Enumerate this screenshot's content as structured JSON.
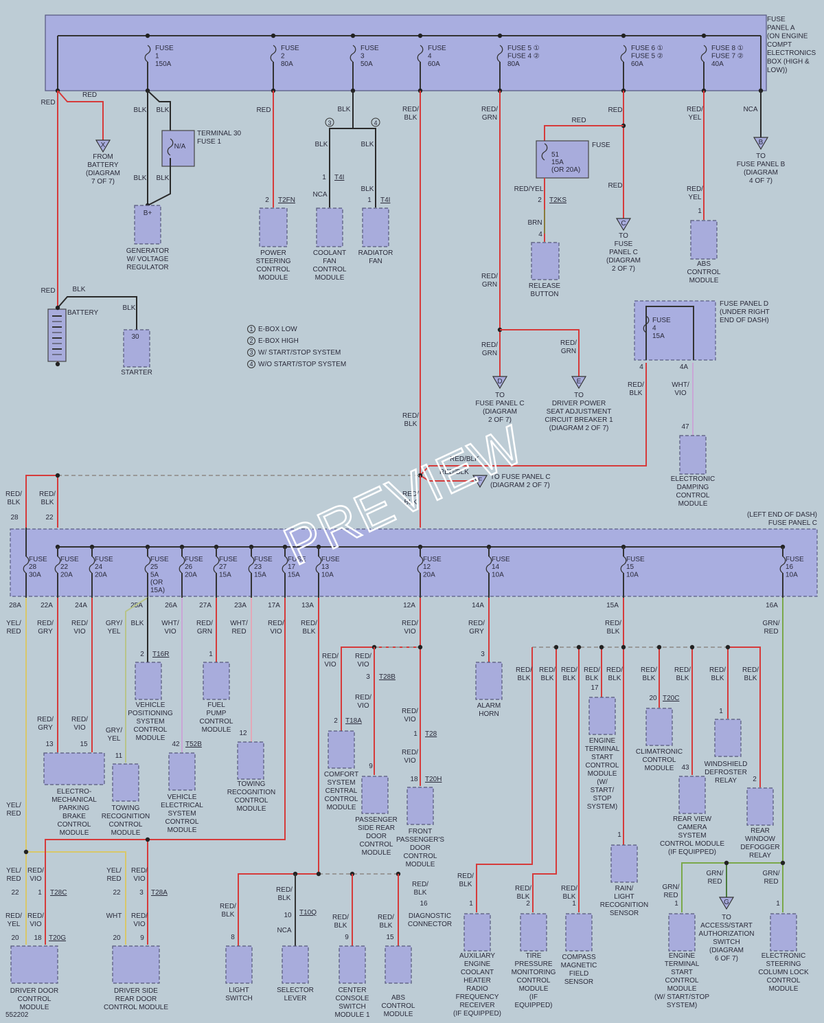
{
  "diagram_id": "552202",
  "watermark": "PREVIEW",
  "fuse_panel_a": {
    "title": "FUSE PANEL A (ON ENGINE COMPT ELECTRONICS BOX (HIGH & LOW))",
    "title_lines": [
      "FUSE",
      "PANEL A",
      "(ON ENGINE",
      "COMPT",
      "ELECTRONICS",
      "BOX (HIGH &",
      "LOW))"
    ],
    "fuses": [
      {
        "lines": [
          "FUSE",
          "1",
          "150A"
        ]
      },
      {
        "lines": [
          "FUSE",
          "2",
          "80A"
        ]
      },
      {
        "lines": [
          "FUSE",
          "3",
          "50A"
        ]
      },
      {
        "lines": [
          "FUSE",
          "4",
          "60A"
        ]
      },
      {
        "lines": [
          "FUSE 5 ①",
          "FUSE 4 ②",
          "80A"
        ]
      },
      {
        "lines": [
          "FUSE 6 ①",
          "FUSE 5 ②",
          "60A"
        ]
      },
      {
        "lines": [
          "FUSE 8 ①",
          "FUSE 7 ②",
          "40A"
        ]
      }
    ]
  },
  "fuse_panel_c": {
    "title_lines": [
      "(LEFT END OF DASH)",
      "FUSE PANEL C"
    ],
    "fuses": [
      {
        "lines": [
          "FUSE",
          "28",
          "30A"
        ],
        "in": "28",
        "out": "28A"
      },
      {
        "lines": [
          "FUSE",
          "22",
          "20A"
        ],
        "in": "22",
        "out": "22A"
      },
      {
        "lines": [
          "FUSE",
          "24",
          "20A"
        ],
        "out": "24A"
      },
      {
        "lines": [
          "FUSE",
          "25",
          "5A",
          "(OR",
          "15A)"
        ],
        "out": "25A"
      },
      {
        "lines": [
          "FUSE",
          "26",
          "20A"
        ],
        "out": "26A"
      },
      {
        "lines": [
          "FUSE",
          "27",
          "15A"
        ],
        "out": "27A"
      },
      {
        "lines": [
          "FUSE",
          "23",
          "15A"
        ],
        "out": "23A"
      },
      {
        "lines": [
          "FUSE",
          "17",
          "15A"
        ],
        "out": "17A"
      },
      {
        "lines": [
          "FUSE",
          "13",
          "10A"
        ],
        "out": "13A"
      },
      {
        "lines": [
          "FUSE",
          "12",
          "20A"
        ],
        "out": "12A"
      },
      {
        "lines": [
          "FUSE",
          "14",
          "10A"
        ],
        "out": "14A"
      },
      {
        "lines": [
          "FUSE",
          "15",
          "10A"
        ],
        "out": "15A"
      },
      {
        "lines": [
          "FUSE",
          "16",
          "10A"
        ],
        "out": "16A"
      }
    ]
  },
  "fuse_panel_d": {
    "title_lines": [
      "FUSE PANEL D",
      "(UNDER RIGHT",
      "END OF DASH)"
    ],
    "fuse_lines": [
      "FUSE",
      "4",
      "15A"
    ],
    "pins": [
      "4",
      "4A"
    ]
  },
  "legend": [
    {
      "num": "1",
      "text": "E-BOX LOW"
    },
    {
      "num": "2",
      "text": "E-BOX HIGH"
    },
    {
      "num": "3",
      "text": "W/ START/STOP SYSTEM"
    },
    {
      "num": "4",
      "text": "W/O START/STOP SYSTEM"
    }
  ],
  "wire_labels": {
    "red": "RED",
    "blk": "BLK",
    "red_blk": [
      "RED/",
      "BLK"
    ],
    "red_grn": [
      "RED/",
      "GRN"
    ],
    "red_yel": [
      "RED/",
      "YEL"
    ],
    "nca": "NCA",
    "brn": "BRN",
    "red_yel_h": "RED/YEL",
    "red_blk_h": "RED/BLK",
    "wht_vio": [
      "WHT/",
      "VIO"
    ],
    "yel_red": [
      "YEL/",
      "RED"
    ],
    "red_gry": [
      "RED/",
      "GRY"
    ],
    "red_vio": [
      "RED/",
      "VIO"
    ],
    "gry_yel": [
      "GRY/",
      "YEL"
    ],
    "wht_red": [
      "WHT/",
      "RED"
    ],
    "grn_red": [
      "GRN/",
      "RED"
    ],
    "wht": "WHT"
  },
  "components_top": {
    "from_battery": {
      "sym": "X",
      "lines": [
        "FROM",
        "BATTERY",
        "(DIAGRAM",
        "7 OF 7)"
      ]
    },
    "terminal30": {
      "lines": [
        "TERMINAL 30",
        "FUSE 1"
      ],
      "value": "N/A"
    },
    "generator": {
      "pin": "B+",
      "lines": [
        "GENERATOR",
        "W/ VOLTAGE",
        "REGULATOR"
      ]
    },
    "battery": {
      "label": "BATTERY"
    },
    "starter": {
      "pin": "30",
      "label": "STARTER"
    },
    "power_steering": {
      "pin": "2",
      "conn": "T2FN",
      "lines": [
        "POWER",
        "STEERING",
        "CONTROL",
        "MODULE"
      ]
    },
    "coolant_fan": {
      "pin": "1",
      "conn": "T4I",
      "lines": [
        "COOLANT",
        "FAN",
        "CONTROL",
        "MODULE"
      ]
    },
    "radiator_fan": {
      "pin": "1",
      "conn": "T4I",
      "lines": [
        "RADIATOR",
        "FAN"
      ]
    },
    "fuse51": {
      "label": "FUSE",
      "lines": [
        "51",
        "15A",
        "(OR 20A)"
      ]
    },
    "release_button": {
      "pin_top": "2",
      "conn": "T2KS",
      "pin": "4",
      "lines": [
        "RELEASE",
        "BUTTON"
      ]
    },
    "to_fuse_b": {
      "sym": "B",
      "lines": [
        "TO",
        "FUSE PANEL B",
        "(DIAGRAM",
        "4 OF 7)"
      ]
    },
    "to_fuse_c1": {
      "sym": "C",
      "lines": [
        "TO",
        "FUSE",
        "PANEL C",
        "(DIAGRAM",
        "2 OF 7)"
      ]
    },
    "abs_top": {
      "pin": "1",
      "lines": [
        "ABS",
        "CONTROL",
        "MODULE"
      ]
    },
    "to_fuse_c2": {
      "sym": "D",
      "lines": [
        "TO",
        "FUSE PANEL C",
        "(DIAGRAM",
        "2 OF 7)"
      ]
    },
    "to_seat": {
      "sym": "E",
      "lines": [
        "TO",
        "DRIVER POWER",
        "SEAT ADJUSTMENT",
        "CIRCUIT BREAKER 1",
        "(DIAGRAM 2 OF 7)"
      ]
    },
    "damping": {
      "pin": "47",
      "lines": [
        "ELECTRONIC",
        "DAMPING",
        "CONTROL",
        "MODULE"
      ]
    },
    "to_fuse_c3": {
      "sym": "F",
      "lines": [
        "TO FUSE PANEL C",
        "(DIAGRAM 2 OF 7)"
      ]
    }
  },
  "components_bottom": {
    "parking_brake": {
      "pins": [
        "13",
        "15"
      ],
      "lines": [
        "ELECTRO-",
        "MECHANICAL",
        "PARKING",
        "BRAKE",
        "CONTROL",
        "MODULE"
      ]
    },
    "vehicle_positioning": {
      "pin": "2",
      "conn": "T16R",
      "lines": [
        "VEHICLE",
        "POSITIONING",
        "SYSTEM",
        "CONTROL",
        "MODULE"
      ]
    },
    "towing1": {
      "pin": "11",
      "lines": [
        "TOWING",
        "RECOGNITION",
        "CONTROL",
        "MODULE"
      ]
    },
    "vehicle_electrical": {
      "pin": "42",
      "conn": "T52B",
      "lines": [
        "VEHICLE",
        "ELECTRICAL",
        "SYSTEM",
        "CONTROL",
        "MODULE"
      ]
    },
    "fuel_pump": {
      "pin": "1",
      "lines": [
        "FUEL",
        "PUMP",
        "CONTROL",
        "MODULE"
      ]
    },
    "towing2": {
      "pin": "12",
      "lines": [
        "TOWING",
        "RECOGNITION",
        "CONTROL",
        "MODULE"
      ]
    },
    "comfort": {
      "pin": "2",
      "conn": "T18A",
      "lines": [
        "COMFORT",
        "SYSTEM",
        "CENTRAL",
        "CONTROL",
        "MODULE"
      ]
    },
    "pass_rear_door": {
      "pin_top": "3",
      "conn": "T28B",
      "pin": "9",
      "lines": [
        "PASSENGER",
        "SIDE REAR",
        "DOOR",
        "CONTROL",
        "MODULE"
      ]
    },
    "front_pass_door": {
      "pin_top": "1",
      "conn_top": "T28",
      "pin": "18",
      "conn": "T20H",
      "lines": [
        "FRONT",
        "PASSENGER'S",
        "DOOR",
        "CONTROL",
        "MODULE"
      ]
    },
    "alarm_horn": {
      "pin": "3",
      "lines": [
        "ALARM",
        "HORN"
      ]
    },
    "engine_start1": {
      "pin": "17",
      "lines": [
        "ENGINE",
        "TERMINAL",
        "START",
        "CONTROL",
        "MODULE",
        "(W/",
        "START/",
        "STOP",
        "SYSTEM)"
      ]
    },
    "climatronic": {
      "pin": "20",
      "conn": "T20C",
      "lines": [
        "CLIMATRONIC",
        "CONTROL",
        "MODULE"
      ]
    },
    "windshield": {
      "pin": "1",
      "lines": [
        "WINDSHIELD",
        "DEFROSTER",
        "RELAY"
      ]
    },
    "rear_view": {
      "pin": "43",
      "lines": [
        "REAR VIEW",
        "CAMERA",
        "SYSTEM",
        "CONTROL MODULE",
        "(IF EQUIPPED)"
      ]
    },
    "rear_window": {
      "pin": "2",
      "lines": [
        "REAR",
        "WINDOW",
        "DEFOGGER",
        "RELAY"
      ]
    },
    "rain_light": {
      "pin": "1",
      "lines": [
        "RAIN/",
        "LIGHT",
        "RECOGNITION",
        "SENSOR"
      ]
    },
    "driver_door": {
      "pins": [
        "20",
        "18"
      ],
      "conn": "T20G",
      "top_pins": [
        "22",
        "1"
      ],
      "top_conn": "T28C",
      "lines": [
        "DRIVER DOOR",
        "CONTROL",
        "MODULE"
      ]
    },
    "driver_rear_door": {
      "pins": [
        "20",
        "9"
      ],
      "top_pins": [
        "22",
        "3"
      ],
      "top_conn": "T28A",
      "lines": [
        "DRIVER SIDE",
        "REAR DOOR",
        "CONTROL MODULE"
      ]
    },
    "light_switch": {
      "pin": "8",
      "lines": [
        "LIGHT",
        "SWITCH"
      ]
    },
    "selector_lever": {
      "pin": "10",
      "conn": "T10Q",
      "lines": [
        "SELECTOR",
        "LEVER"
      ]
    },
    "center_console": {
      "pin": "9",
      "lines": [
        "CENTER",
        "CONSOLE",
        "SWITCH",
        "MODULE 1"
      ]
    },
    "abs_bottom": {
      "pin": "15",
      "lines": [
        "ABS",
        "CONTROL",
        "MODULE"
      ]
    },
    "diagnostic": {
      "pin": "16",
      "lines": [
        "DIAGNOSTIC",
        "CONNECTOR"
      ]
    },
    "aux_heater": {
      "pin": "1",
      "lines": [
        "AUXILIARY",
        "ENGINE",
        "COOLANT",
        "HEATER",
        "RADIO",
        "FREQUENCY",
        "RECEIVER",
        "(IF EQUIPPED)"
      ]
    },
    "tire_pressure": {
      "pin": "2",
      "lines": [
        "TIRE",
        "PRESSURE",
        "MONITORING",
        "CONTROL",
        "MODULE",
        "(IF",
        "EQUIPPED)"
      ]
    },
    "compass": {
      "pin": "1",
      "lines": [
        "COMPASS",
        "MAGNETIC",
        "FIELD",
        "SENSOR"
      ]
    },
    "engine_start2": {
      "pin": "1",
      "lines": [
        "ENGINE",
        "TERMINAL",
        "START",
        "CONTROL",
        "MODULE",
        "(W/ START/STOP",
        "SYSTEM)"
      ]
    },
    "access_start": {
      "sym": "G",
      "lines": [
        "TO",
        "ACCESS/START",
        "AUTHORIZATION",
        "SWITCH",
        "(DIAGRAM",
        "6 OF 7)"
      ]
    },
    "steering_lock": {
      "pin": "1",
      "lines": [
        "ELECTRONIC",
        "STEERING",
        "COLUMN LOCK",
        "CONTROL",
        "MODULE"
      ]
    }
  },
  "colors": {
    "background": "#bdccd5",
    "component_fill": "#a8acdc",
    "component_stroke": "#55577a",
    "panel_fill": "#a9aee0",
    "wire_red": "#d63a3a",
    "wire_black": "#2a2a2a",
    "wire_yellow": "#d8c76a",
    "wire_violet": "#c9a6d6",
    "wire_green": "#7aa84a",
    "wire_grey_yel": "#b8c48a"
  }
}
